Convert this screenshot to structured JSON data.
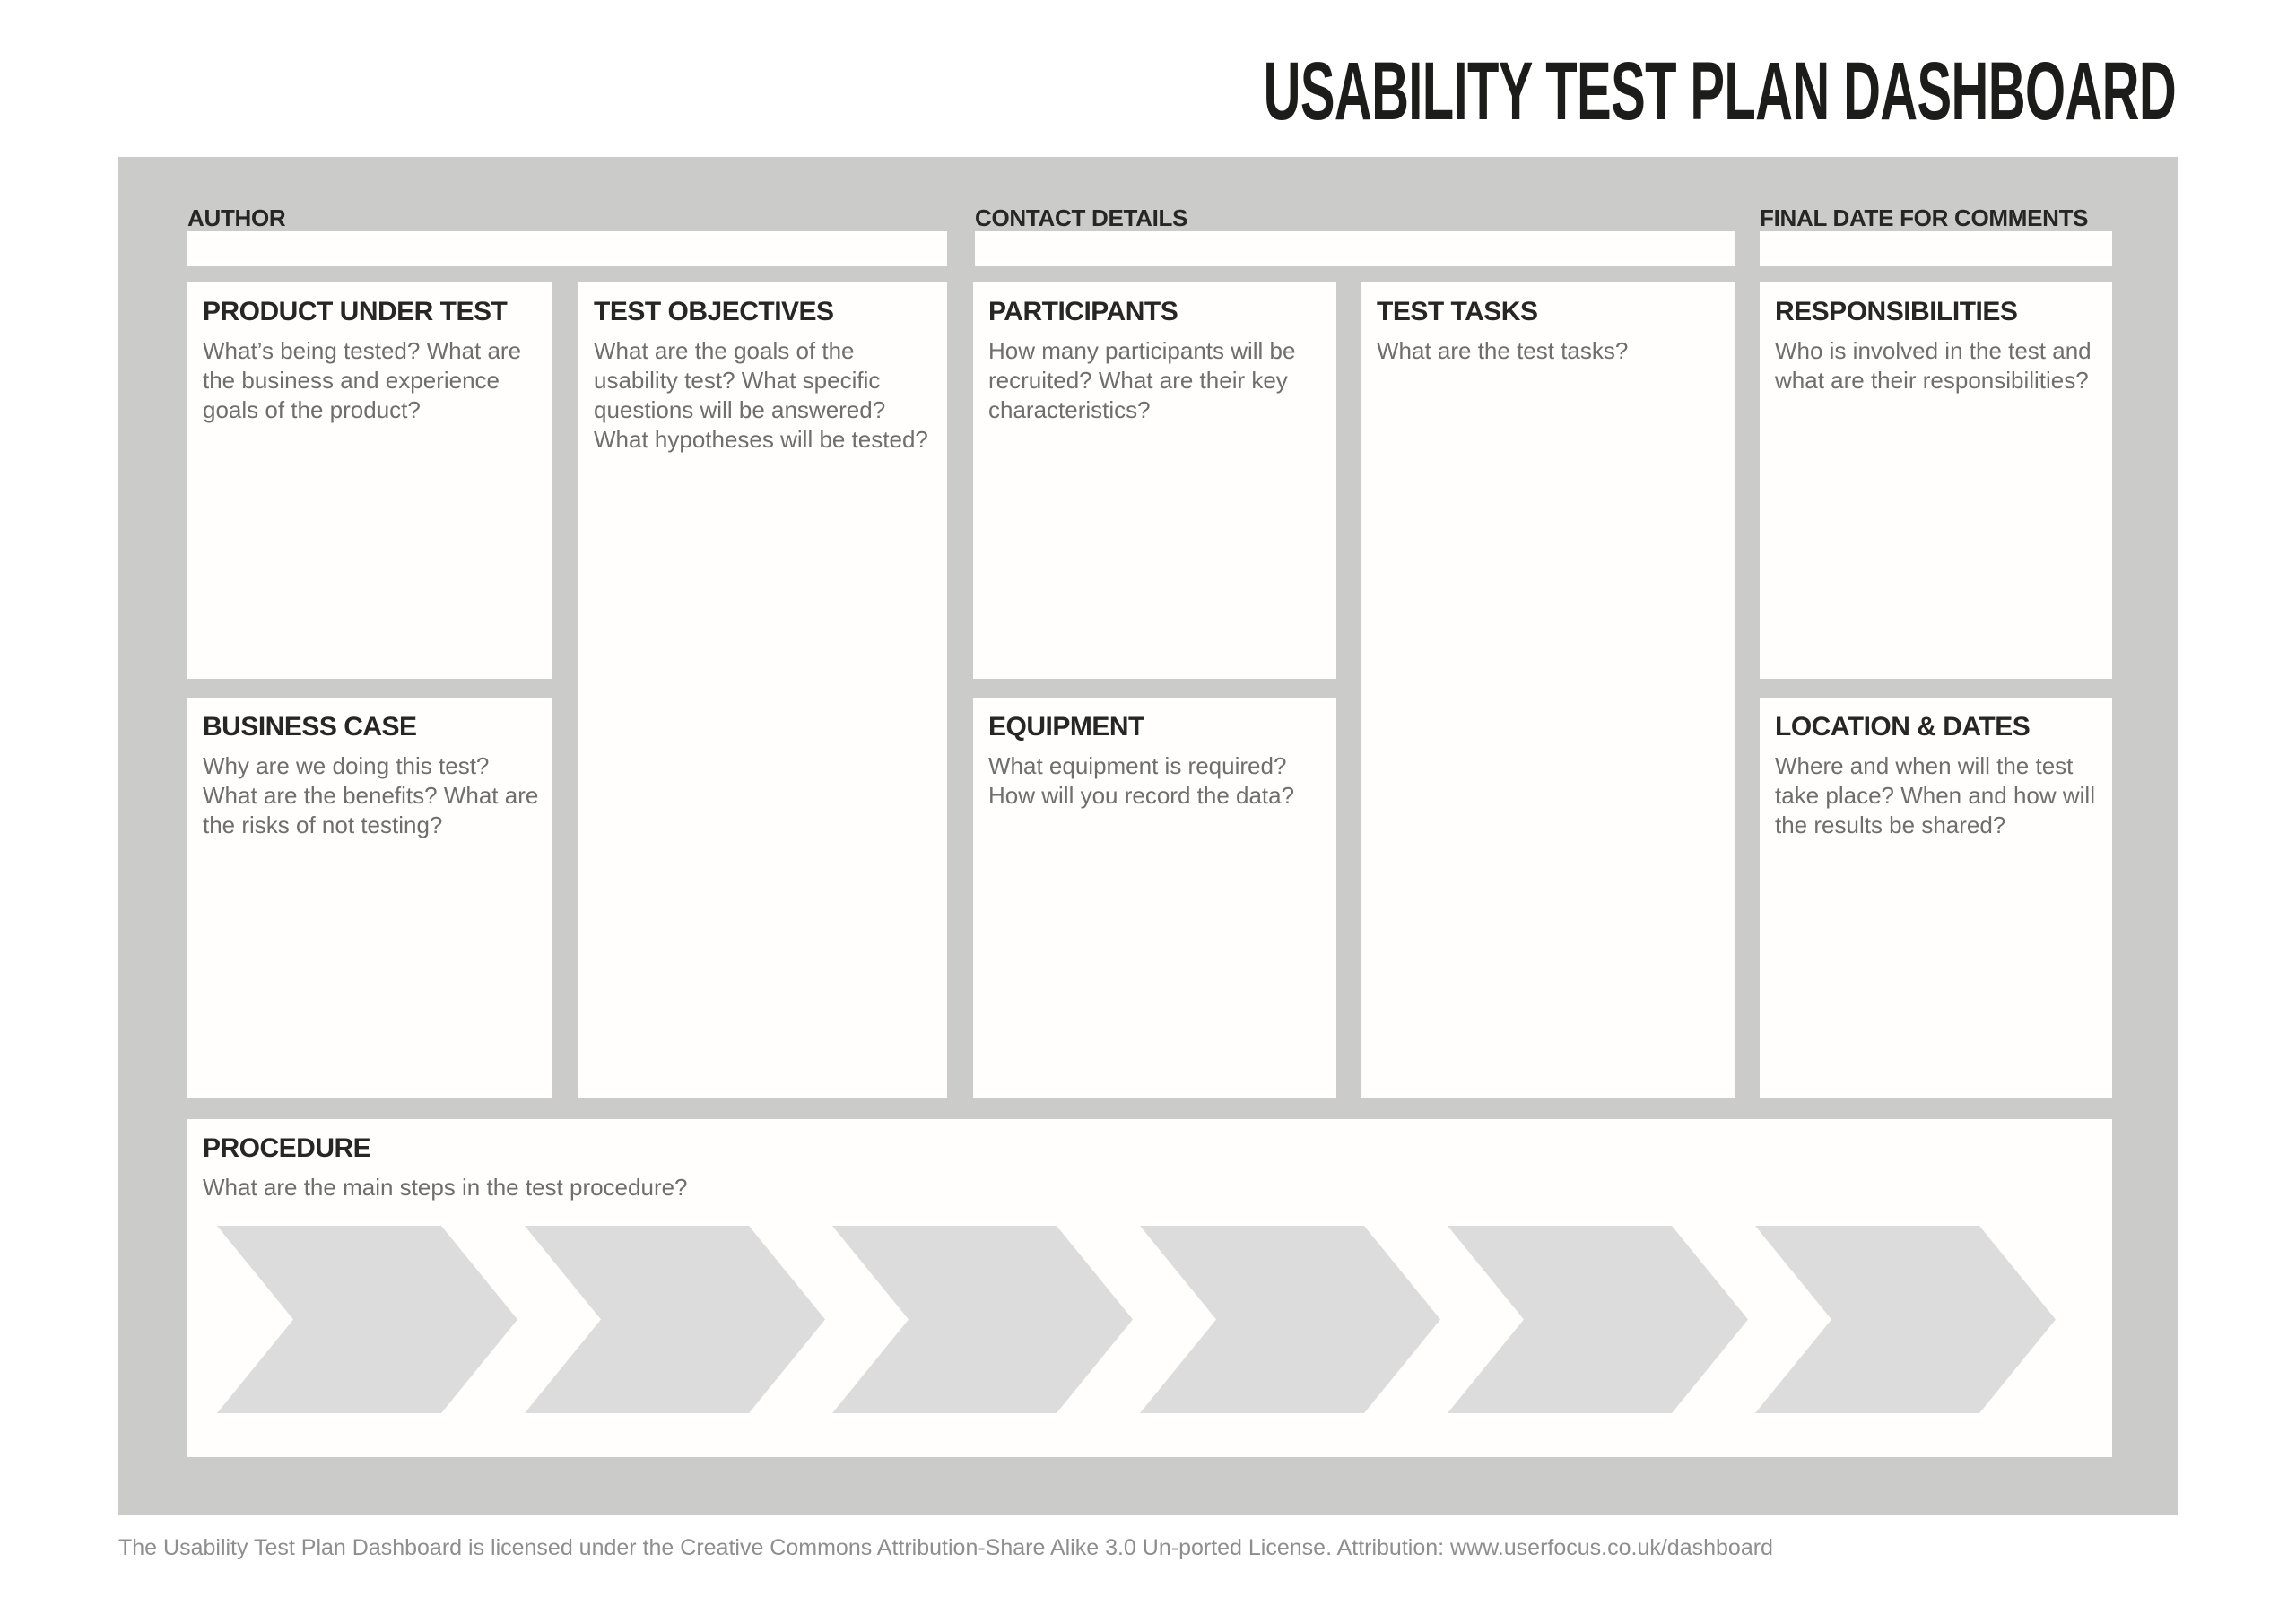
{
  "page": {
    "title": "USABILITY TEST PLAN DASHBOARD",
    "footer": "The Usability Test Plan Dashboard is licensed under the Creative Commons Attribution-Share Alike 3.0 Un-ported License. Attribution: www.userfocus.co.uk/dashboard"
  },
  "fields": [
    {
      "label": "AUTHOR",
      "value": ""
    },
    {
      "label": "CONTACT DETAILS",
      "value": ""
    },
    {
      "label": "FINAL DATE FOR COMMENTS",
      "value": ""
    }
  ],
  "cards": [
    {
      "id": "product-under-test",
      "title": "PRODUCT UNDER TEST",
      "prompt": "What’s being tested? What are\nthe business and experience\ngoals of the product?"
    },
    {
      "id": "test-objectives",
      "title": "TEST OBJECTIVES",
      "prompt": "What are the goals of the\nusability test? What specific\nquestions will be answered?\nWhat hypotheses will be tested?"
    },
    {
      "id": "participants",
      "title": "PARTICIPANTS",
      "prompt": "How many participants will be\nrecruited? What are their key\ncharacteristics?"
    },
    {
      "id": "test-tasks",
      "title": "TEST TASKS",
      "prompt": "What are the test tasks?"
    },
    {
      "id": "responsibilities",
      "title": "RESPONSIBILITIES",
      "prompt": "Who is involved in the test and\nwhat are their responsibilities?"
    },
    {
      "id": "business-case",
      "title": "BUSINESS CASE",
      "prompt": "Why are we doing this test?\nWhat are the benefits? What are\nthe risks of not testing?"
    },
    {
      "id": "equipment",
      "title": "EQUIPMENT",
      "prompt": "What equipment is required?\nHow will you record the data?"
    },
    {
      "id": "location-dates",
      "title": "LOCATION & DATES",
      "prompt": "Where and when will the test\ntake place? When and how will\nthe results be shared?"
    }
  ],
  "procedure": {
    "title": "PROCEDURE",
    "prompt": "What are the main steps in the test procedure?",
    "step_count": 6
  },
  "colors": {
    "panel": "#cbcbca",
    "card": "#fffefc",
    "chevron": "#dcdcdc",
    "heading": "#262625",
    "body_text": "#6e6e6e",
    "footer_text": "#8e8e8e"
  }
}
